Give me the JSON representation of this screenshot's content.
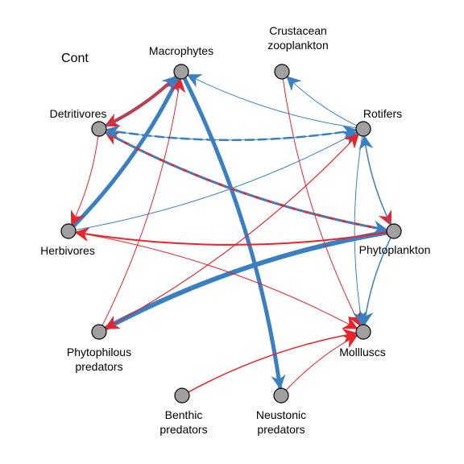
{
  "title": "Cont",
  "colors": {
    "blue": "#3a7fc1",
    "red": "#e8232b",
    "node_fill": "#a0a0a0"
  },
  "nodes": [
    {
      "id": "macrophytes",
      "label": [
        "Macrophytes"
      ]
    },
    {
      "id": "crustacean",
      "label": [
        "Crustacean",
        "zooplankton"
      ]
    },
    {
      "id": "rotifers",
      "label": [
        "Rotifers"
      ]
    },
    {
      "id": "phytoplankton",
      "label": [
        "Phytoplankton"
      ]
    },
    {
      "id": "molluscs",
      "label": [
        "Mollluscs"
      ]
    },
    {
      "id": "neustonic",
      "label": [
        "Neustonic",
        "predators"
      ]
    },
    {
      "id": "benthic",
      "label": [
        "Benthic",
        "predators"
      ]
    },
    {
      "id": "phytophilous",
      "label": [
        "Phytophilous",
        "predators"
      ]
    },
    {
      "id": "herbivores",
      "label": [
        "Herbivores"
      ]
    },
    {
      "id": "detritivores",
      "label": [
        "Detritivores"
      ]
    }
  ],
  "edges": [
    {
      "from": "phytoplankton",
      "to": "phytophilous",
      "color": "blue",
      "weight": 6
    },
    {
      "from": "macrophytes",
      "to": "neustonic",
      "color": "blue",
      "weight": 5
    },
    {
      "from": "herbivores",
      "to": "macrophytes",
      "color": "blue",
      "weight": 5
    },
    {
      "from": "macrophytes",
      "to": "detritivores",
      "color": "red",
      "weight": 4
    },
    {
      "from": "phytoplankton",
      "to": "detritivores",
      "color": "red",
      "weight": 3
    },
    {
      "from": "rotifers",
      "to": "detritivores",
      "color": "blue",
      "weight": 2.5,
      "dashed": true
    },
    {
      "from": "detritivores",
      "to": "phytoplankton",
      "color": "blue",
      "weight": 2.5,
      "dashed": true
    },
    {
      "from": "phytoplankton",
      "to": "herbivores",
      "color": "red",
      "weight": 2
    },
    {
      "from": "rotifers",
      "to": "macrophytes",
      "color": "blue",
      "weight": 1
    },
    {
      "from": "rotifers",
      "to": "crustacean",
      "color": "blue",
      "weight": 1
    },
    {
      "from": "crustacean",
      "to": "molluscs",
      "color": "red",
      "weight": 1
    },
    {
      "from": "rotifers",
      "to": "phytoplankton",
      "color": "red",
      "weight": 1
    },
    {
      "from": "phytoplankton",
      "to": "rotifers",
      "color": "blue",
      "weight": 1.5
    },
    {
      "from": "phytoplankton",
      "to": "molluscs",
      "color": "blue",
      "weight": 1.5
    },
    {
      "from": "rotifers",
      "to": "molluscs",
      "color": "blue",
      "weight": 1
    },
    {
      "from": "herbivores",
      "to": "rotifers",
      "color": "blue",
      "weight": 1
    },
    {
      "from": "detritivores",
      "to": "herbivores",
      "color": "red",
      "weight": 1
    },
    {
      "from": "detritivores",
      "to": "rotifers",
      "color": "blue",
      "weight": 1
    },
    {
      "from": "phytophilous",
      "to": "macrophytes",
      "color": "red",
      "weight": 1
    },
    {
      "from": "phytophilous",
      "to": "rotifers",
      "color": "red",
      "weight": 1
    },
    {
      "from": "rotifers",
      "to": "phytophilous",
      "color": "red",
      "weight": 1
    },
    {
      "from": "detritivores",
      "to": "macrophytes",
      "color": "blue",
      "weight": 1
    },
    {
      "from": "herbivores",
      "to": "molluscs",
      "color": "red",
      "weight": 1
    },
    {
      "from": "benthic",
      "to": "molluscs",
      "color": "red",
      "weight": 1.5
    },
    {
      "from": "neustonic",
      "to": "molluscs",
      "color": "red",
      "weight": 1
    }
  ]
}
